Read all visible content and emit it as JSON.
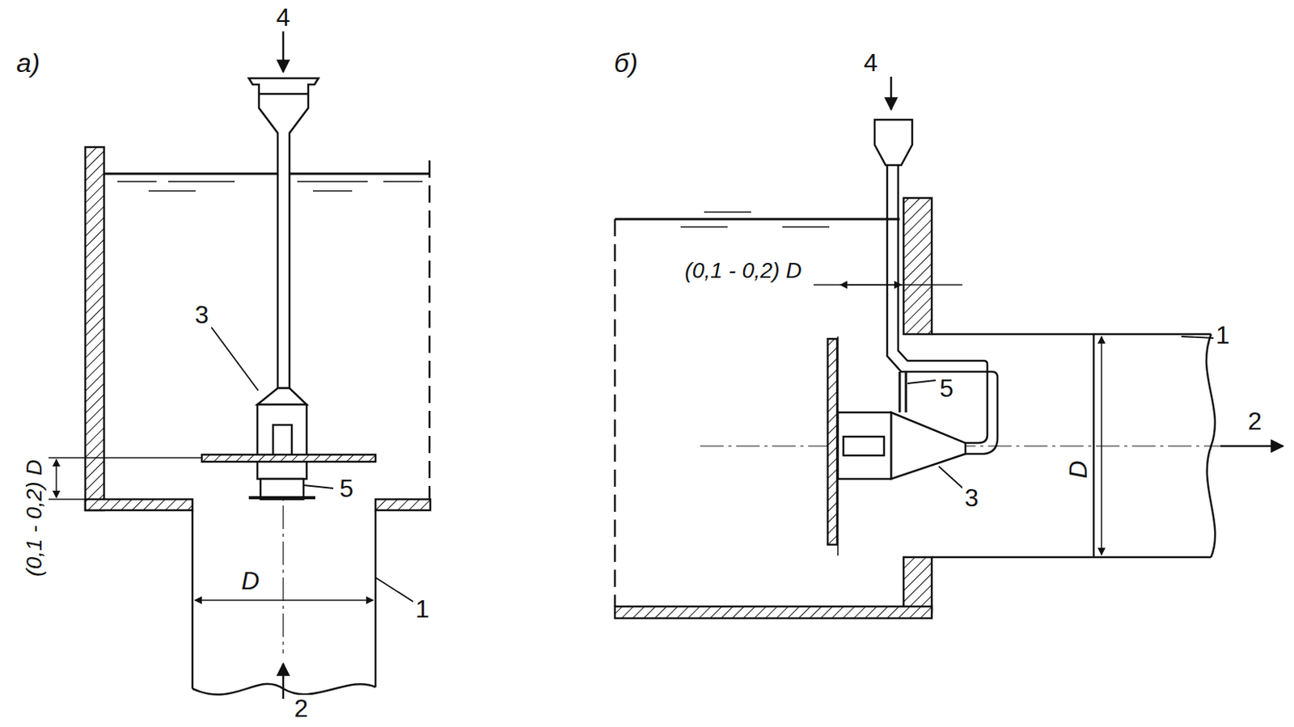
{
  "diagram": {
    "labels": [
      "а)",
      "4",
      "3",
      "(0,1 - 0,2) D",
      "5",
      "D",
      "1",
      "2",
      "б)",
      "4",
      "(0,1 - 0,2) D",
      "1",
      "5",
      "2",
      "3",
      "D"
    ]
  }
}
